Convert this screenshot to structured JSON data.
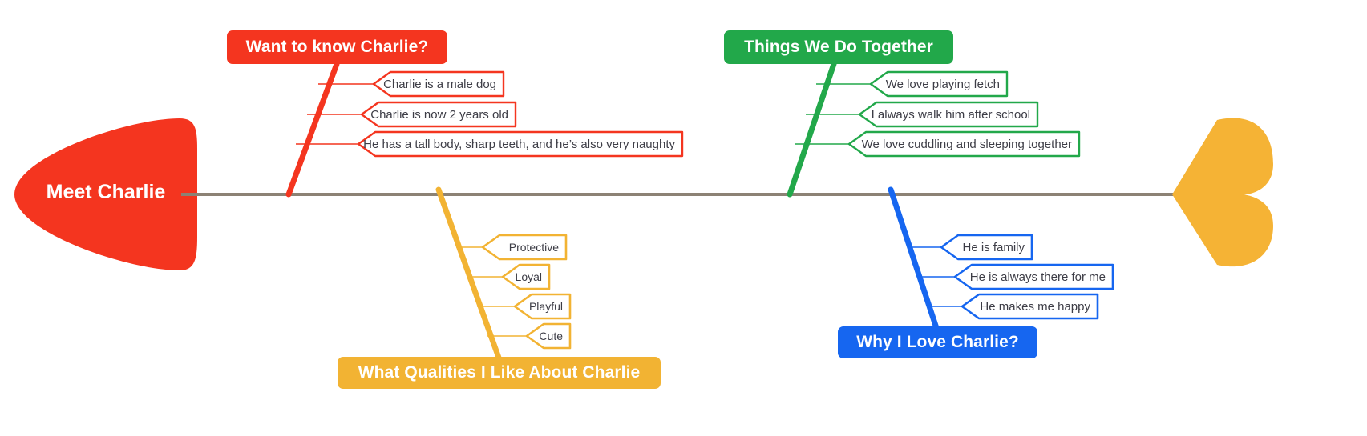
{
  "diagram": {
    "type": "fishbone",
    "head": {
      "label": "Meet Charlie",
      "color": "#F4351F"
    },
    "spine": {
      "color": "#8C8275"
    },
    "tail": {
      "color": "#F5B335"
    },
    "branches": [
      {
        "id": "want-to-know-charlie",
        "title": "Want to know Charlie?",
        "color": "#F4351F",
        "position": "top",
        "items": [
          "Charlie is a male dog",
          "Charlie is now 2 years old",
          "He has a tall body, sharp teeth, and he’s also very naughty"
        ]
      },
      {
        "id": "things-we-do-together",
        "title": "Things We Do Together",
        "color": "#22A84A",
        "position": "top",
        "items": [
          "We love playing fetch",
          "I always walk him after school",
          "We love cuddling and sleeping together"
        ]
      },
      {
        "id": "what-qualities-i-like-about-charlie",
        "title": "What Qualities I Like About Charlie",
        "color": "#F2B333",
        "position": "bottom",
        "items": [
          "Protective",
          "Loyal",
          "Playful",
          "Cute"
        ]
      },
      {
        "id": "why-i-love-charlie",
        "title": "Why I Love Charlie?",
        "color": "#1666F0",
        "position": "bottom",
        "items": [
          "He is family",
          "He is always there for me",
          "He makes me happy"
        ]
      }
    ]
  }
}
